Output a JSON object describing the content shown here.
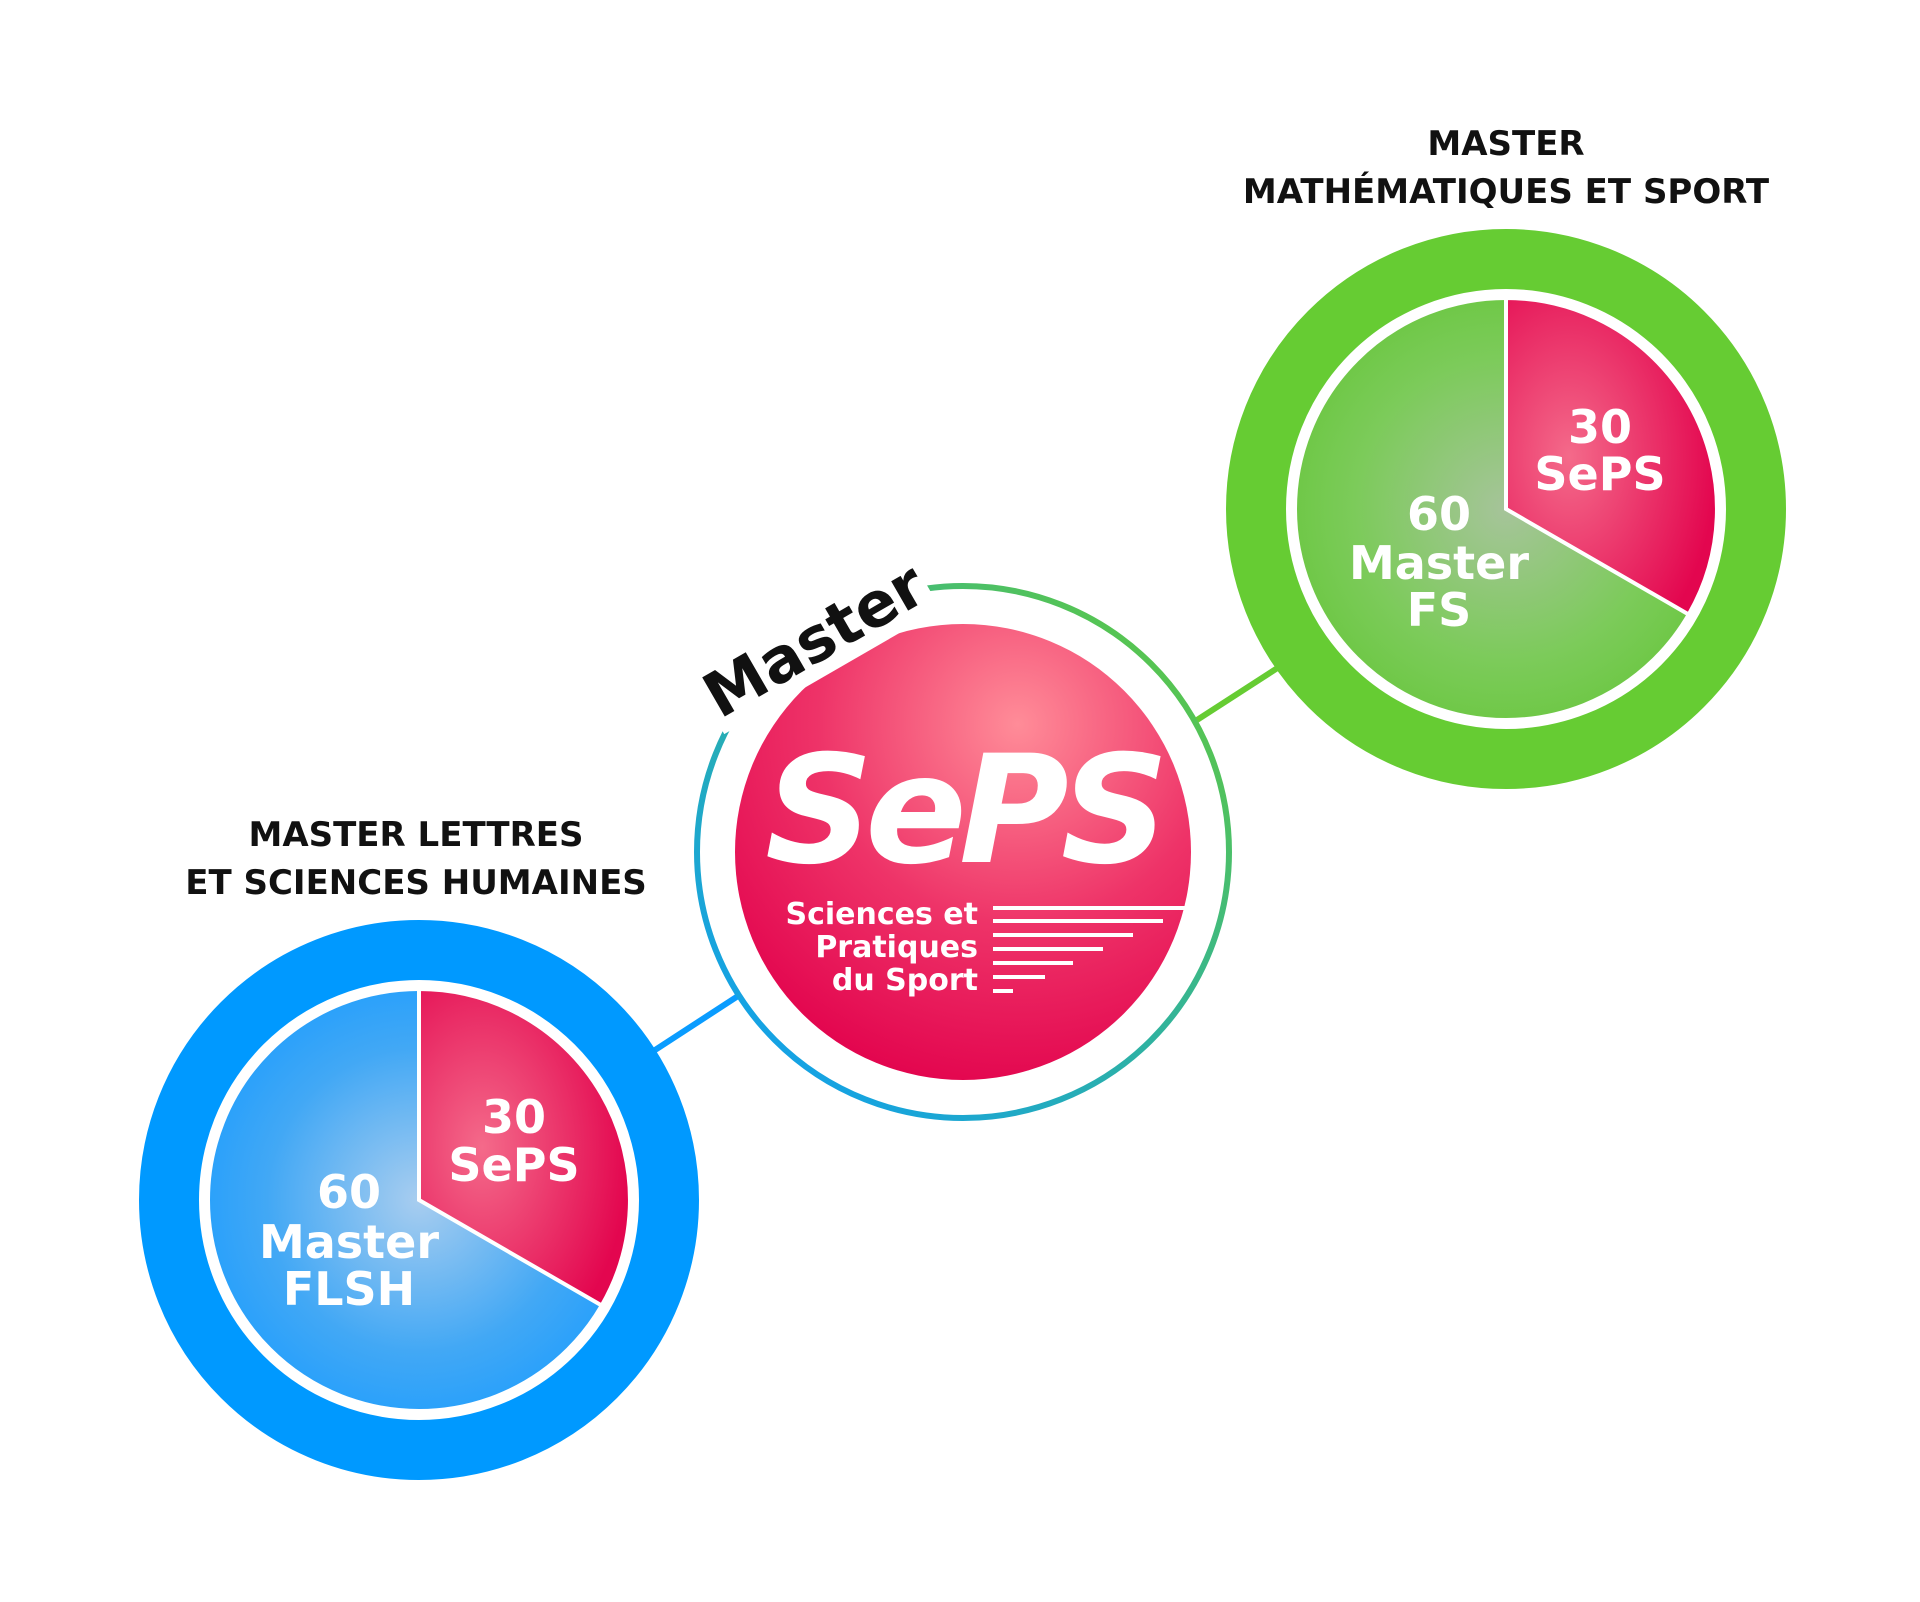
{
  "center": {
    "badge": "Master",
    "logo": "SePS",
    "subtitle": [
      "Sciences et",
      "Pratiques",
      "du Sport"
    ]
  },
  "programs": [
    {
      "title": [
        "MASTER",
        "MATHÉMATIQUES ET SPORT"
      ],
      "color": "#66cc33",
      "seps_value": "30",
      "seps_label": "SePS",
      "main_value": "60",
      "main_label": [
        "Master",
        "FS"
      ]
    },
    {
      "title": [
        "MASTER LETTRES",
        "ET SCIENCES HUMAINES"
      ],
      "color": "#0099ff",
      "seps_value": "30",
      "seps_label": "SePS",
      "main_value": "60",
      "main_label": [
        "Master",
        "FLSH"
      ]
    }
  ],
  "chart_data": [
    {
      "type": "pie",
      "title": "MASTER MATHÉMATIQUES ET SPORT",
      "categories": [
        "SePS",
        "Master FS"
      ],
      "values": [
        30,
        60
      ]
    },
    {
      "type": "pie",
      "title": "MASTER LETTRES ET SCIENCES HUMAINES",
      "categories": [
        "SePS",
        "Master FLSH"
      ],
      "values": [
        30,
        60
      ]
    }
  ],
  "colors": {
    "seps_red": "#e3064f",
    "green": "#66cc33",
    "blue": "#0099ff"
  }
}
